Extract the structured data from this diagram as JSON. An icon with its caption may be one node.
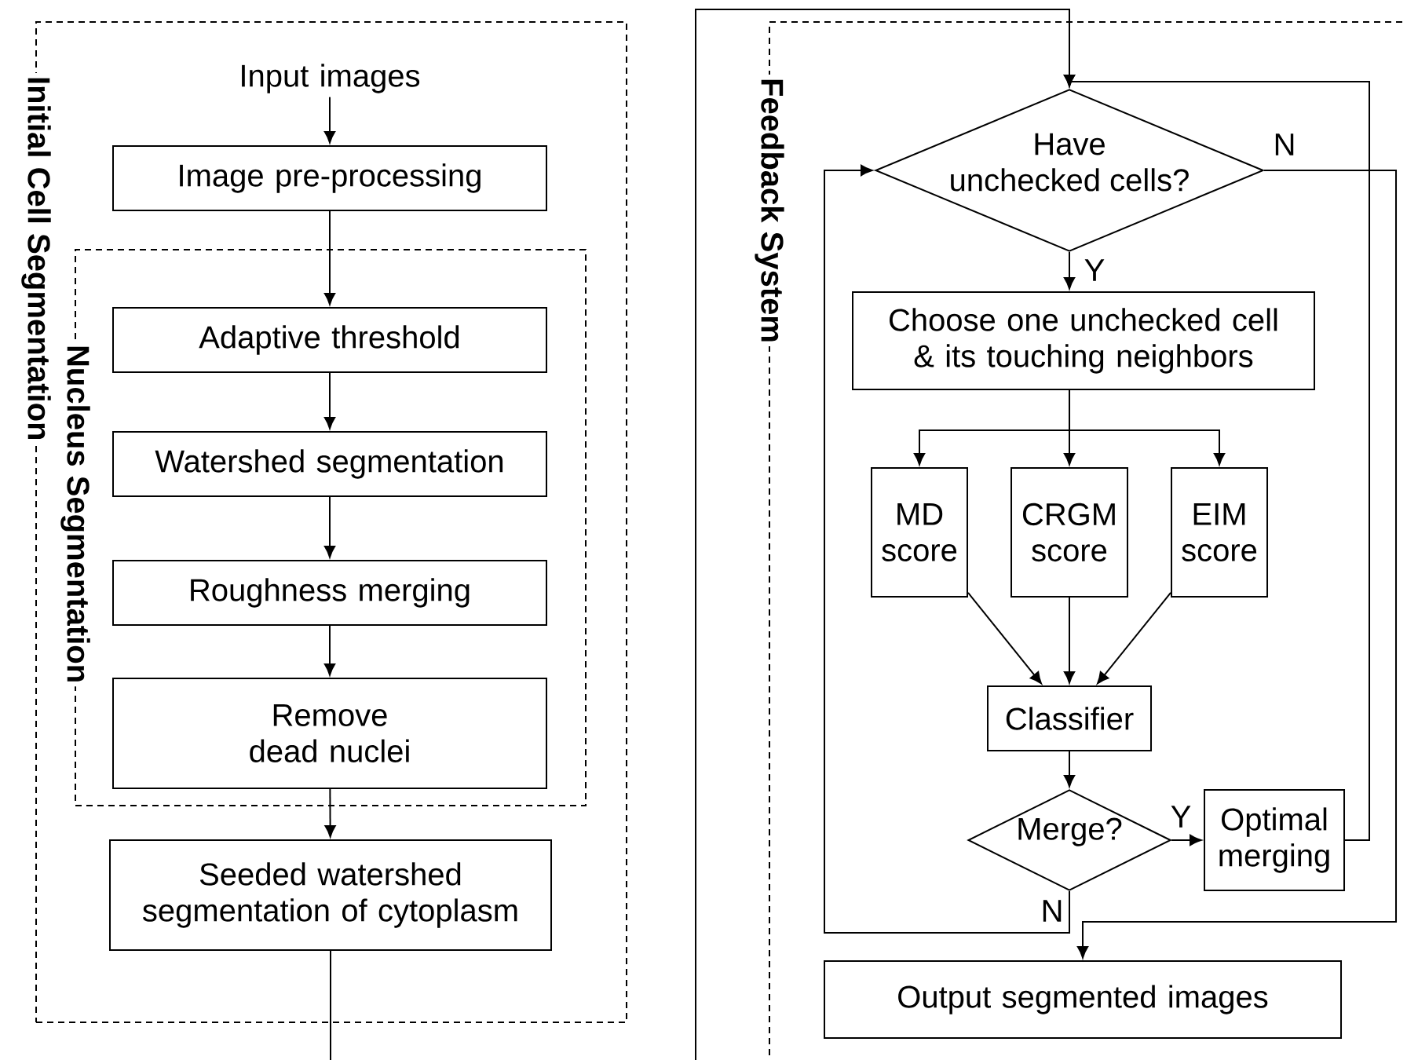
{
  "diagram": {
    "nodes": [
      {
        "text": [
          "Initial Cell Segmentation"
        ]
      },
      {
        "text": [
          "Input images"
        ],
        "in": 0
      },
      {
        "text": [
          "Image pre-processing"
        ],
        "in": 0
      },
      {
        "text": [
          "Nucleus Segmentation"
        ],
        "in": 0
      },
      {
        "text": [
          "Adaptive threshold"
        ],
        "in": 3
      },
      {
        "text": [
          "Watershed segmentation"
        ],
        "in": 3
      },
      {
        "text": [
          "Roughness merging"
        ],
        "in": 3
      },
      {
        "text": [
          "Remove dead nuclei"
        ],
        "in": 3
      },
      {
        "text": [
          "Seeded watershed segmentation of cytoplasm"
        ],
        "in": 0
      },
      {
        "text": [
          "Feedback System"
        ]
      },
      {
        "text": [
          "Have unchecked cells?"
        ],
        "in": 9
      },
      {
        "text": [
          "Choose one unchecked cell & its touching neighbors"
        ],
        "in": 9
      },
      {
        "text": [
          "MD score"
        ],
        "in": 9
      },
      {
        "text": [
          "CRGM score"
        ],
        "in": 9
      },
      {
        "text": [
          "EIM score"
        ],
        "in": 9
      },
      {
        "text": [
          "Classifier"
        ],
        "in": 9
      },
      {
        "text": [
          "Merge?"
        ],
        "in": 9
      },
      {
        "text": [
          "Optimal merging"
        ],
        "in": 9
      },
      {
        "text": [
          "Output segmented images"
        ],
        "in": 9
      }
    ],
    "edges": [
      {
        "from": 1,
        "to": 2,
        "arrow": "to"
      },
      {
        "from": 2,
        "to": 4,
        "arrow": "to"
      },
      {
        "from": 4,
        "to": 5,
        "arrow": "to"
      },
      {
        "from": 5,
        "to": 6,
        "arrow": "to"
      },
      {
        "from": 6,
        "to": 7,
        "arrow": "to"
      },
      {
        "from": 7,
        "to": 8,
        "arrow": "to"
      },
      {
        "from": 8,
        "to": 10,
        "arrow": "to"
      },
      {
        "from": 10,
        "to": 11,
        "arrow": "to",
        "label": "Y"
      },
      {
        "from": 11,
        "to": 12,
        "arrow": "to"
      },
      {
        "from": 11,
        "to": 13,
        "arrow": "to"
      },
      {
        "from": 11,
        "to": 14,
        "arrow": "to"
      },
      {
        "from": 12,
        "to": 15,
        "arrow": "to"
      },
      {
        "from": 13,
        "to": 15,
        "arrow": "to"
      },
      {
        "from": 14,
        "to": 15,
        "arrow": "to"
      },
      {
        "from": 15,
        "to": 16,
        "arrow": "to"
      },
      {
        "from": 16,
        "to": 17,
        "arrow": "to",
        "label": "Y"
      },
      {
        "from": 17,
        "to": 10,
        "arrow": "to"
      },
      {
        "from": 16,
        "to": 10,
        "arrow": "to",
        "label": "N"
      },
      {
        "from": 10,
        "to": 18,
        "arrow": "to",
        "label": "N"
      }
    ]
  }
}
